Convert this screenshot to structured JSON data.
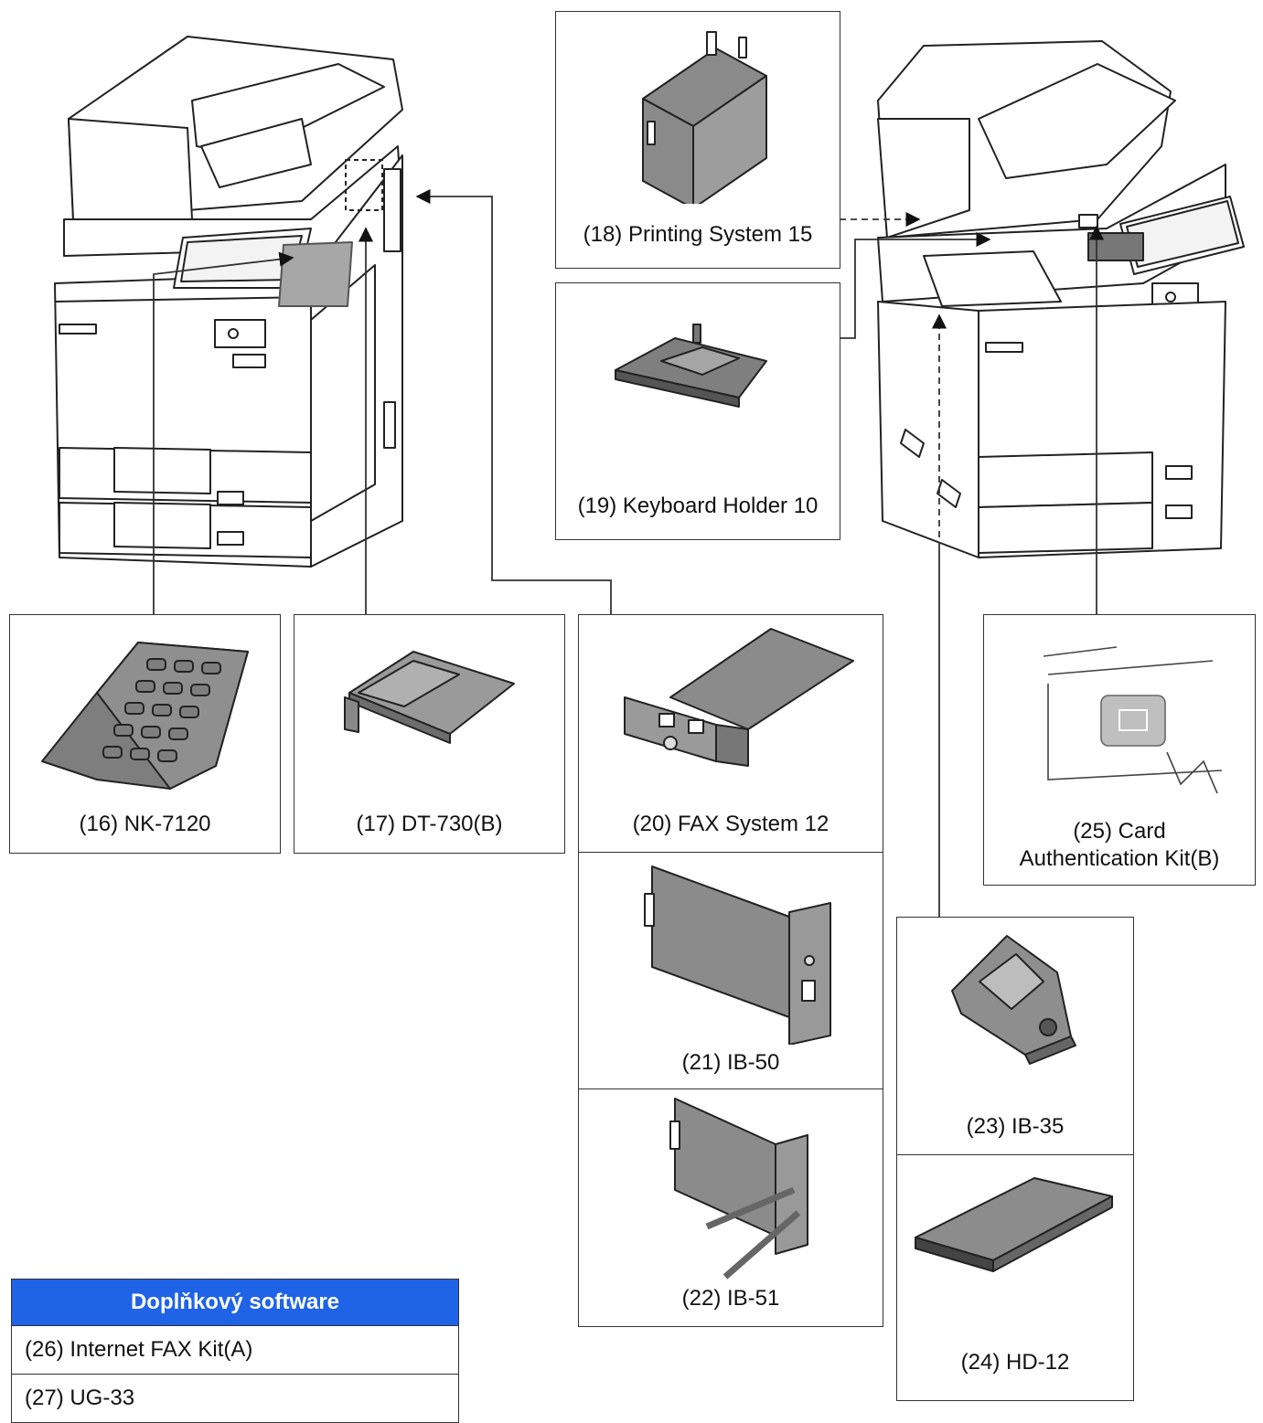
{
  "options": {
    "nk7120": "(16) NK-7120",
    "dt730b": "(17) DT-730(B)",
    "printing_system": "(18) Printing System 15",
    "keyboard_holder": "(19) Keyboard Holder 10",
    "fax_system": "(20) FAX System 12",
    "ib50": "(21) IB-50",
    "ib51": "(22) IB-51",
    "ib35": "(23) IB-35",
    "hd12": "(24) HD-12",
    "card_auth_line1": "(25) Card",
    "card_auth_line2": "Authentication Kit(B)"
  },
  "software_table": {
    "header": "Doplňkový software",
    "rows": [
      "(26) Internet FAX Kit(A)",
      "(27) UG-33"
    ]
  },
  "colors": {
    "header_bg": "#1f63e6",
    "line": "#333333",
    "device_fill": "#8a8a8a"
  }
}
